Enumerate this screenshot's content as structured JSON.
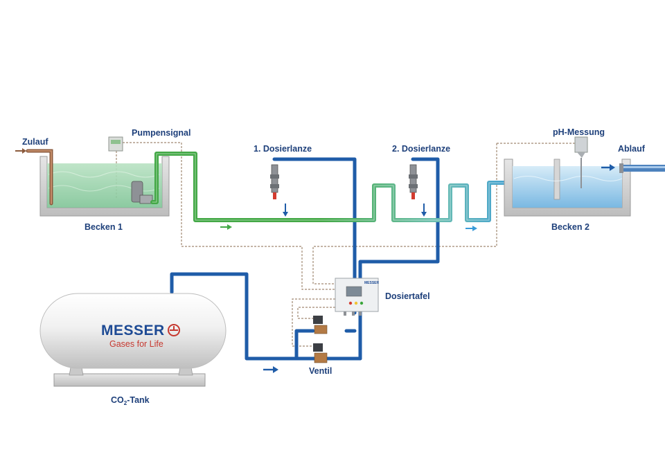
{
  "labels": {
    "zulauf": "Zulauf",
    "pumpensignal": "Pumpensignal",
    "dosierlanze_1": "1. Dosierlanze",
    "dosierlanze_2": "2. Dosierlanze",
    "ph_messung": "pH-Messung",
    "ablauf": "Ablauf",
    "becken_1": "Becken 1",
    "becken_2": "Becken 2",
    "dosiertafel": "Dosiertafel",
    "ventil": "Ventil",
    "co2_tank_prefix": "CO",
    "co2_tank_sub": "2",
    "co2_tank_suffix": "-Tank"
  },
  "tank": {
    "brand": "MESSER",
    "slogan": "Gases for Life"
  },
  "panel": {
    "brand": "MESSER"
  },
  "colors": {
    "co2_line": "#1f5ca8",
    "green_water": "#3aa53a",
    "blue_water": "#3a9ad8",
    "signal_line": "#a08872",
    "label": "#1d3f7a",
    "brand_red": "#c6382f"
  }
}
